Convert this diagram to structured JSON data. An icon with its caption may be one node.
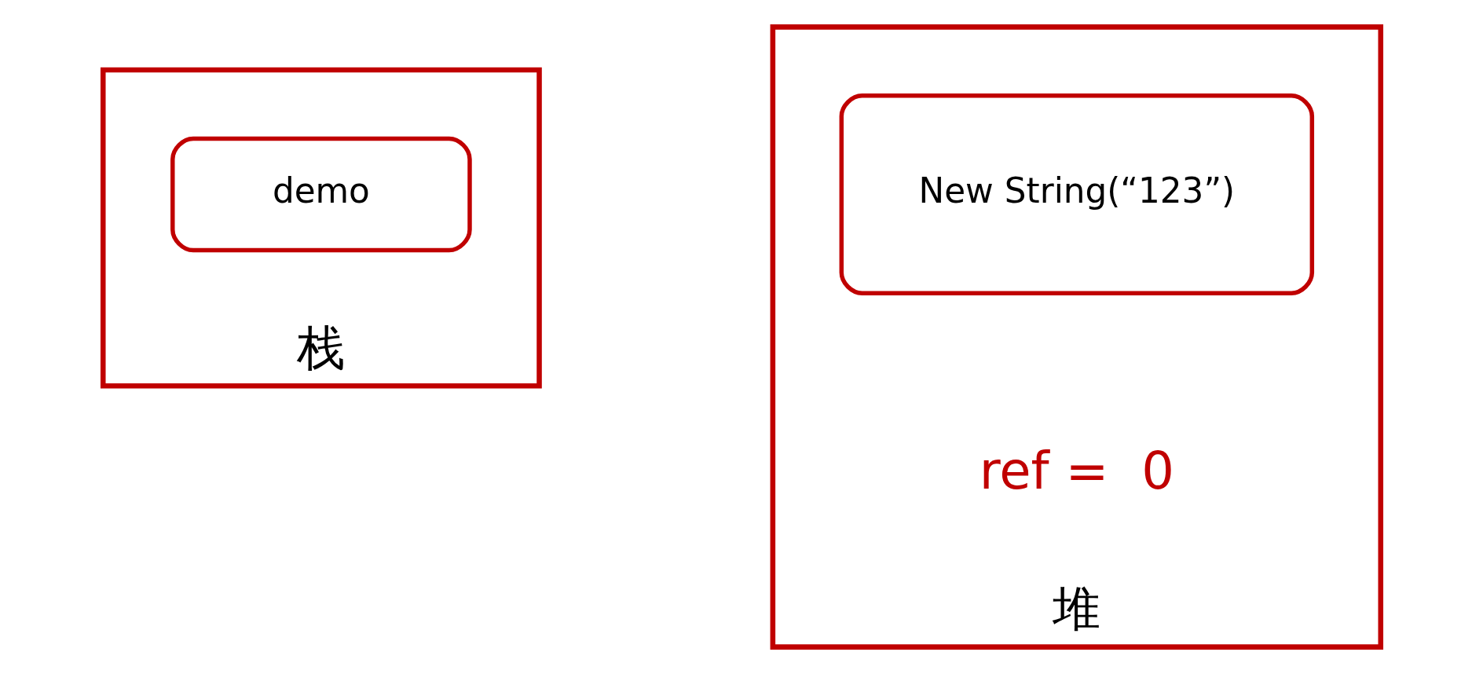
{
  "diagram": {
    "nodes": [
      {
        "text": [
          "栈"
        ]
      },
      {
        "text": [
          "demo"
        ],
        "in": 0
      },
      {
        "text": [
          "堆"
        ]
      },
      {
        "text": [
          "New String(“123”)"
        ],
        "in": 2
      }
    ],
    "labels": [
      "ref =  0"
    ]
  }
}
